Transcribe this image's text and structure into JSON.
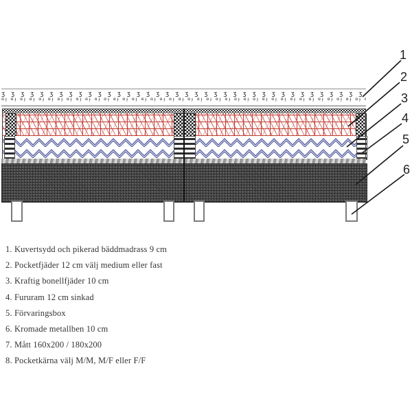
{
  "diagram": {
    "description": "Cross-section of continental bed showing construction layers",
    "quilt_glyph_row1": "ʒ ",
    "quilt_glyph_row2": "ɞɟ "
  },
  "callouts": {
    "labels": [
      "1",
      "2",
      "3",
      "4",
      "5",
      "6"
    ]
  },
  "legend": {
    "items": [
      "1. Kuvertsydd och pikerad bäddmadrass 9 cm",
      "2. Pocketfjäder 12 cm välj medium eller fast",
      "3. Kraftig bonellfjäder 10 cm",
      "4. Fururam 12 cm sinkad",
      "5. Förvaringsbox",
      "6. Kromade metallben 10 cm",
      "7. Mått 160x200 / 180x200",
      "8. Pocketkärna välj M/M, M/F eller F/F"
    ]
  },
  "colors": {
    "spring_red": "#c23b32",
    "spring_blue": "#5a63a8",
    "box_dark": "#4e4e4e",
    "callout_line": "#1a1a1a",
    "legend_text": "#333333"
  }
}
